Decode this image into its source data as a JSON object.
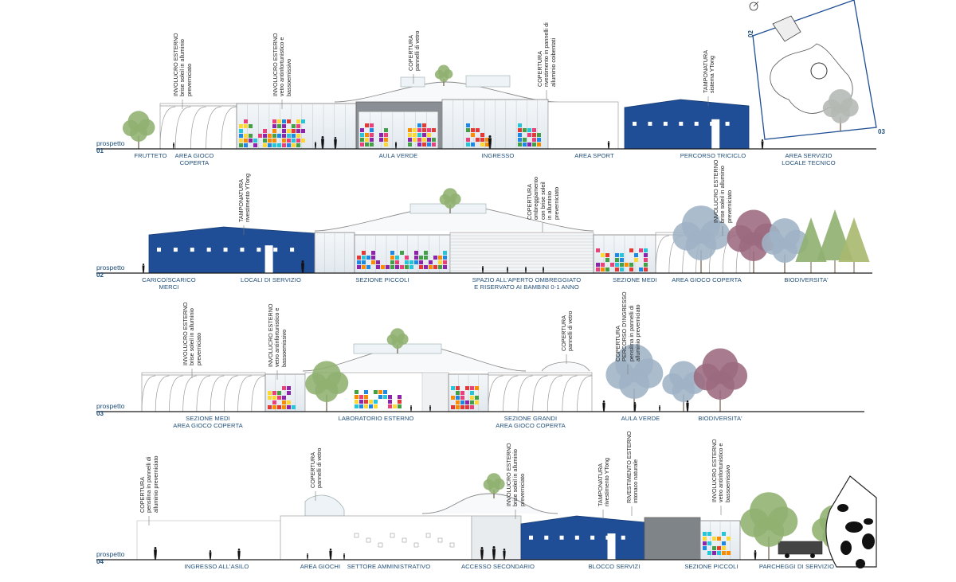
{
  "colors": {
    "ground": "#1a1a1a",
    "blue_block": "#1f4e96",
    "label_text": "#1f4e79",
    "glass": "#e9eef2",
    "roof_line": "#8a8a8a",
    "tree_green": "#8fb070",
    "tree_blue": "#9fb3c6",
    "tree_red": "#9c6a7e"
  },
  "elevations": [
    {
      "prospetto_label": "prospetto",
      "number": "01",
      "zones": [
        "FRUTTETO",
        "AREA GIOCO\nCOPERTA",
        "AULA VERDE",
        "INGRESSO",
        "AREA SPORT",
        "PERCORSO TRICICLO",
        "AREA SERVIZIO\nLOCALE TECNICO"
      ],
      "notes": [
        {
          "heading": "INVOLUCRO ESTERNO",
          "text": "brise soleil in alluminio\npreverniciato"
        },
        {
          "heading": "INVOLUCRO ESTERNO",
          "text": "vetro antinfortunistico e\nbassoemissivo"
        },
        {
          "heading": "COPERTURA",
          "text": "pannelli di vetro"
        },
        {
          "heading": "COPERTURA",
          "text": "rivestimento in pannelli di\nalluminio coibentati"
        },
        {
          "heading": "TAMPONATURA",
          "text": "sistema YTong"
        }
      ]
    },
    {
      "prospetto_label": "prospetto",
      "number": "02",
      "zones": [
        "CARICO/SCARICO\nMERCI",
        "LOCALI DI SERVIZIO",
        "SEZIONE PICCOLI",
        "SPAZIO ALL'APERTO OMBREGGIATO\nE RISERVATO AI BAMBINI 0-1 ANNO",
        "SEZIONE MEDI",
        "AREA GIOCO COPERTA",
        "BIODIVERSITA'"
      ],
      "notes": [
        {
          "heading": "TAMPONATURA",
          "text": "rivestimento YTong"
        },
        {
          "heading": "COPERTURA",
          "text": "ombreggiamento\ncon brise soleil\nin alluminio\npreverniciato"
        },
        {
          "heading": "INVOLUCRO ESTERNO",
          "text": "brise soleil in alluminio\npreverniciato"
        }
      ]
    },
    {
      "prospetto_label": "prospetto",
      "number": "03",
      "zones": [
        "SEZIONE MEDI\nAREA GIOCO COPERTA",
        "LABORATORIO ESTERNO",
        "SEZIONE GRANDI\nAREA GIOCO COPERTA",
        "AULA VERDE",
        "BIODIVERSITA'"
      ],
      "notes": [
        {
          "heading": "INVOLUCRO ESTERNO",
          "text": "brise soleil in alluminio\npreverniciato"
        },
        {
          "heading": "INVOLUCRO ESTERNO",
          "text": "vetro antinfortunistico e\nbassoemissivo"
        },
        {
          "heading": "COPERTURA",
          "text": "pannelli di vetro"
        },
        {
          "heading": "COPERTURA",
          "text": "PERCORSO D'INGRESSO\npensilina in pannelli di\nalluminio preverniciato"
        }
      ]
    },
    {
      "prospetto_label": "prospetto",
      "number": "04",
      "zones": [
        "INGRESSO ALL'ASILO",
        "AREA GIOCHI",
        "SETTORE AMMINISTRATIVO",
        "ACCESSO SECONDARIO",
        "BLOCCO SERVIZI",
        "SEZIONE PICCOLI",
        "PARCHEGGI DI SERVIZIO"
      ],
      "notes": [
        {
          "heading": "COPERTURA",
          "text": "pensilina in pannelli di\nalluminio preverniciato"
        },
        {
          "heading": "COPERTURA",
          "text": "pannelli di vetro"
        },
        {
          "heading": "INVOLUCRO ESTERNO",
          "text": "brise soleil in alluminio\npreverniciato"
        },
        {
          "heading": "TAMPONATURA",
          "text": "rivestimento YTong"
        },
        {
          "heading": "RIVESTIMENTO ESTERNO",
          "text": "intonaco naturale"
        },
        {
          "heading": "INVOLUCRO ESTERNO",
          "text": "vetro antinfortunistico e\nbassoemissivo"
        }
      ]
    }
  ],
  "plan": {
    "labels": [
      "02",
      "03"
    ],
    "icons": [
      "site-plan-icon",
      "north-arrow-icon"
    ]
  }
}
